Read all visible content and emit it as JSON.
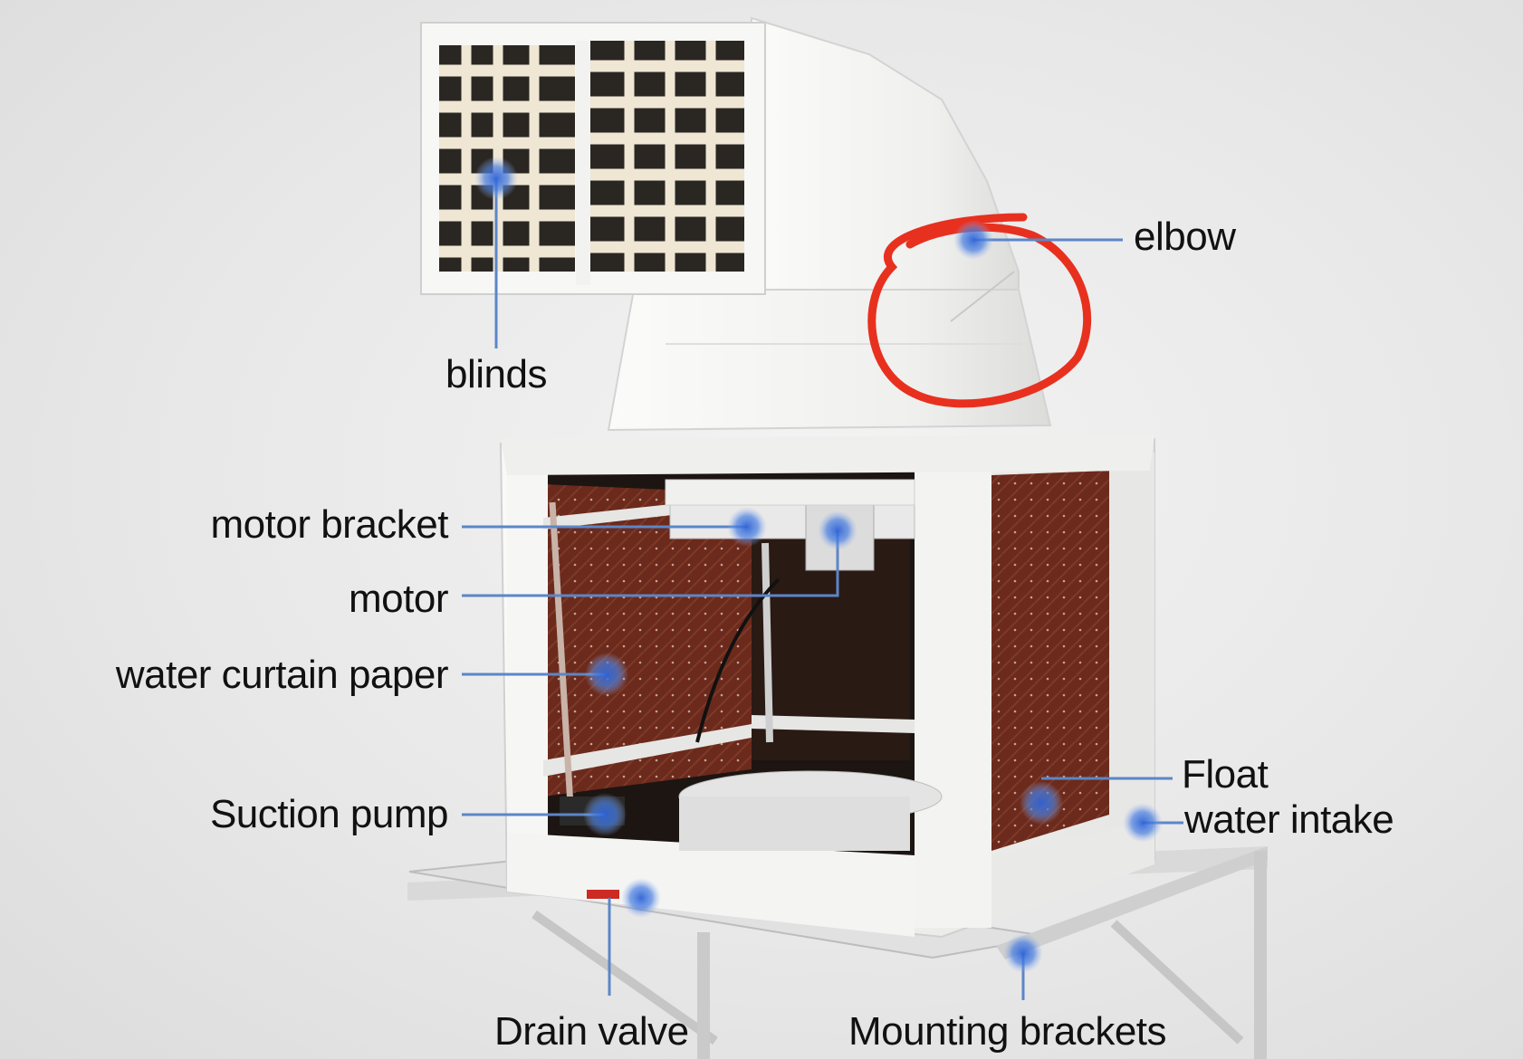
{
  "labels": {
    "blinds": "blinds",
    "elbow": "elbow",
    "motor_bracket": "motor bracket",
    "motor": "motor",
    "water_curtain_paper": "water curtain paper",
    "suction_pump": "Suction pump",
    "float": "Float",
    "water_intake": "water intake",
    "drain_valve": "Drain valve",
    "mounting_brackets": "Mounting brackets"
  },
  "colors": {
    "leader_line": "#5b86c8",
    "marker_dot": "#3d6fd6",
    "highlight_circle": "#e8301f",
    "unit_body": "#f6f6f4",
    "water_curtain": "#6b2a1c"
  }
}
